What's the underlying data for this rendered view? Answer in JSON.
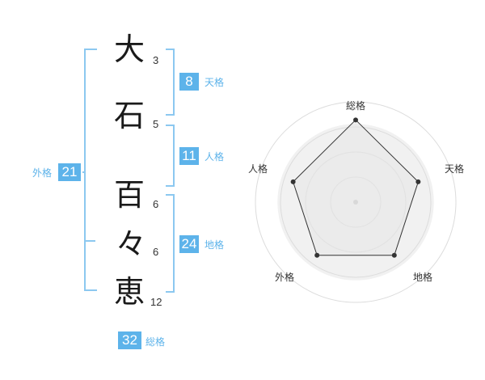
{
  "name": {
    "chars": [
      {
        "char": "大",
        "strokes": "3"
      },
      {
        "char": "石",
        "strokes": "5"
      },
      {
        "char": "百",
        "strokes": "6"
      },
      {
        "char": "々",
        "strokes": "6"
      },
      {
        "char": "恵",
        "strokes": "12"
      }
    ]
  },
  "fortunes": {
    "tenkaku": {
      "value": "8",
      "label": "天格"
    },
    "jinkaku": {
      "value": "11",
      "label": "人格"
    },
    "chikaku": {
      "value": "24",
      "label": "地格"
    },
    "gaikaku": {
      "value": "21",
      "label": "外格"
    },
    "soukaku": {
      "value": "32",
      "label": "総格"
    }
  },
  "colors": {
    "accent": "#5db3ea",
    "bracket": "#8cc8f0"
  },
  "chart_data": {
    "type": "radar",
    "axes": [
      "総格",
      "天格",
      "地格",
      "外格",
      "人格"
    ],
    "values": [
      1.0,
      0.8,
      0.8,
      0.8,
      0.8
    ],
    "max": 1.0,
    "rings": 4
  }
}
